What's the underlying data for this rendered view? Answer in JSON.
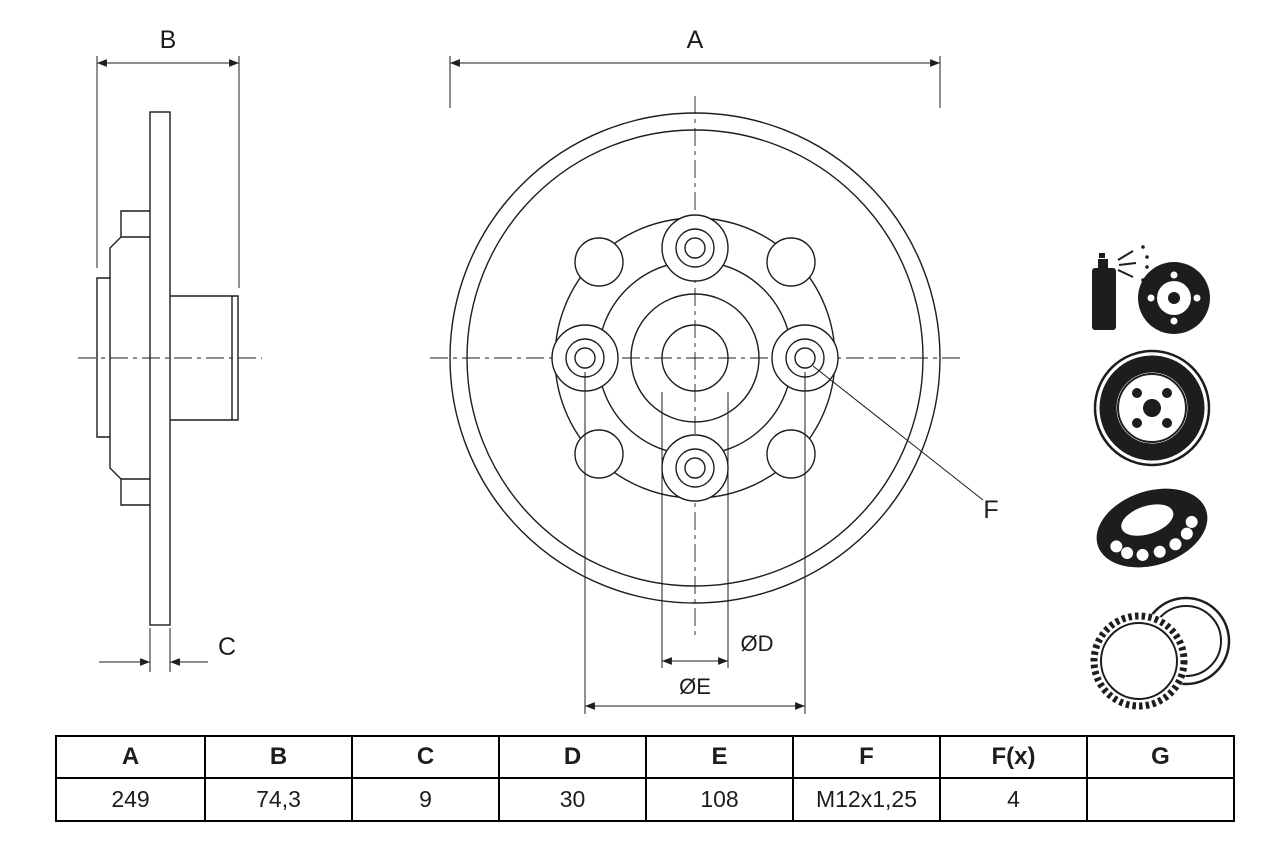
{
  "dimensions": {
    "A": "A",
    "B": "B",
    "C": "C",
    "D": "ØD",
    "E": "ØE",
    "F": "F"
  },
  "spec_table": {
    "headers": [
      "A",
      "B",
      "C",
      "D",
      "E",
      "F",
      "F(x)",
      "G"
    ],
    "values": [
      "249",
      "74,3",
      "9",
      "30",
      "108",
      "M12x1,25",
      "4",
      ""
    ]
  },
  "side_icons": [
    {
      "name": "coating-spray-disc-icon"
    },
    {
      "name": "brake-disc-icon"
    },
    {
      "name": "wheel-bearing-icon"
    },
    {
      "name": "abs-sensor-ring-icon"
    }
  ],
  "colors": {
    "line": "#1d1d1b",
    "background": "#ffffff"
  }
}
